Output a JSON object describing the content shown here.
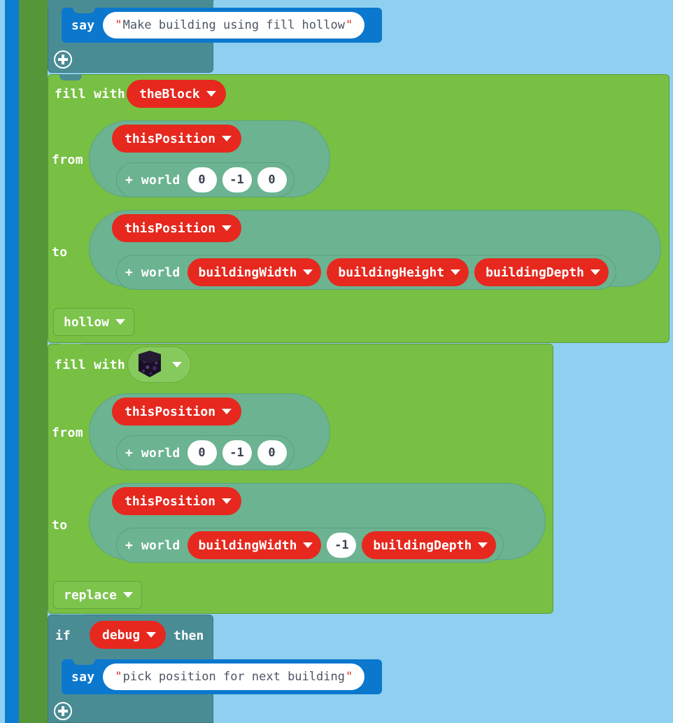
{
  "editor": {
    "name": "makecode-minecraft-blocks-workspace",
    "background_color": "#8fd0f0",
    "left_rail_color": "#0c7cd1",
    "left_green_rail_color": "#559639"
  },
  "colors": {
    "logic_teal": "#4a8c94",
    "say_blue": "#0b78ce",
    "builder_green": "#77c043",
    "position_socket": "#6bb391",
    "variable_red": "#e6281e",
    "field_white": "#ffffff",
    "quote_red": "#d33a2c",
    "text_dark": "#4b5563"
  },
  "blocks": {
    "say_top": {
      "label": "say",
      "value": "Make building using fill hollow",
      "quote": "\""
    },
    "fill_hollow": {
      "keyword": "fill with",
      "block_variable": "theBlock",
      "from_label": "from",
      "from_position": {
        "variable": "thisPosition",
        "operator": "+",
        "frame": "world",
        "x": "0",
        "y": "-1",
        "z": "0"
      },
      "to_label": "to",
      "to_position": {
        "variable": "thisPosition",
        "operator": "+",
        "frame": "world",
        "x": "buildingWidth",
        "y": "buildingHeight",
        "z": "buildingDepth"
      },
      "mode": "hollow"
    },
    "fill_replace": {
      "keyword": "fill with",
      "block_icon": "obsidian-block-icon",
      "from_label": "from",
      "from_position": {
        "variable": "thisPosition",
        "operator": "+",
        "frame": "world",
        "x": "0",
        "y": "-1",
        "z": "0"
      },
      "to_label": "to",
      "to_position": {
        "variable": "thisPosition",
        "operator": "+",
        "frame": "world",
        "x": "buildingWidth",
        "y": "-1",
        "z": "buildingDepth"
      },
      "mode": "replace"
    },
    "if_debug": {
      "if_label": "if",
      "condition": "debug",
      "then_label": "then",
      "body_say": {
        "label": "say",
        "value": "pick position for next building",
        "quote": "\""
      }
    }
  },
  "icons": {
    "plus_mutator": "plus-circle-icon",
    "dropdown_caret": "chevron-down-icon"
  }
}
